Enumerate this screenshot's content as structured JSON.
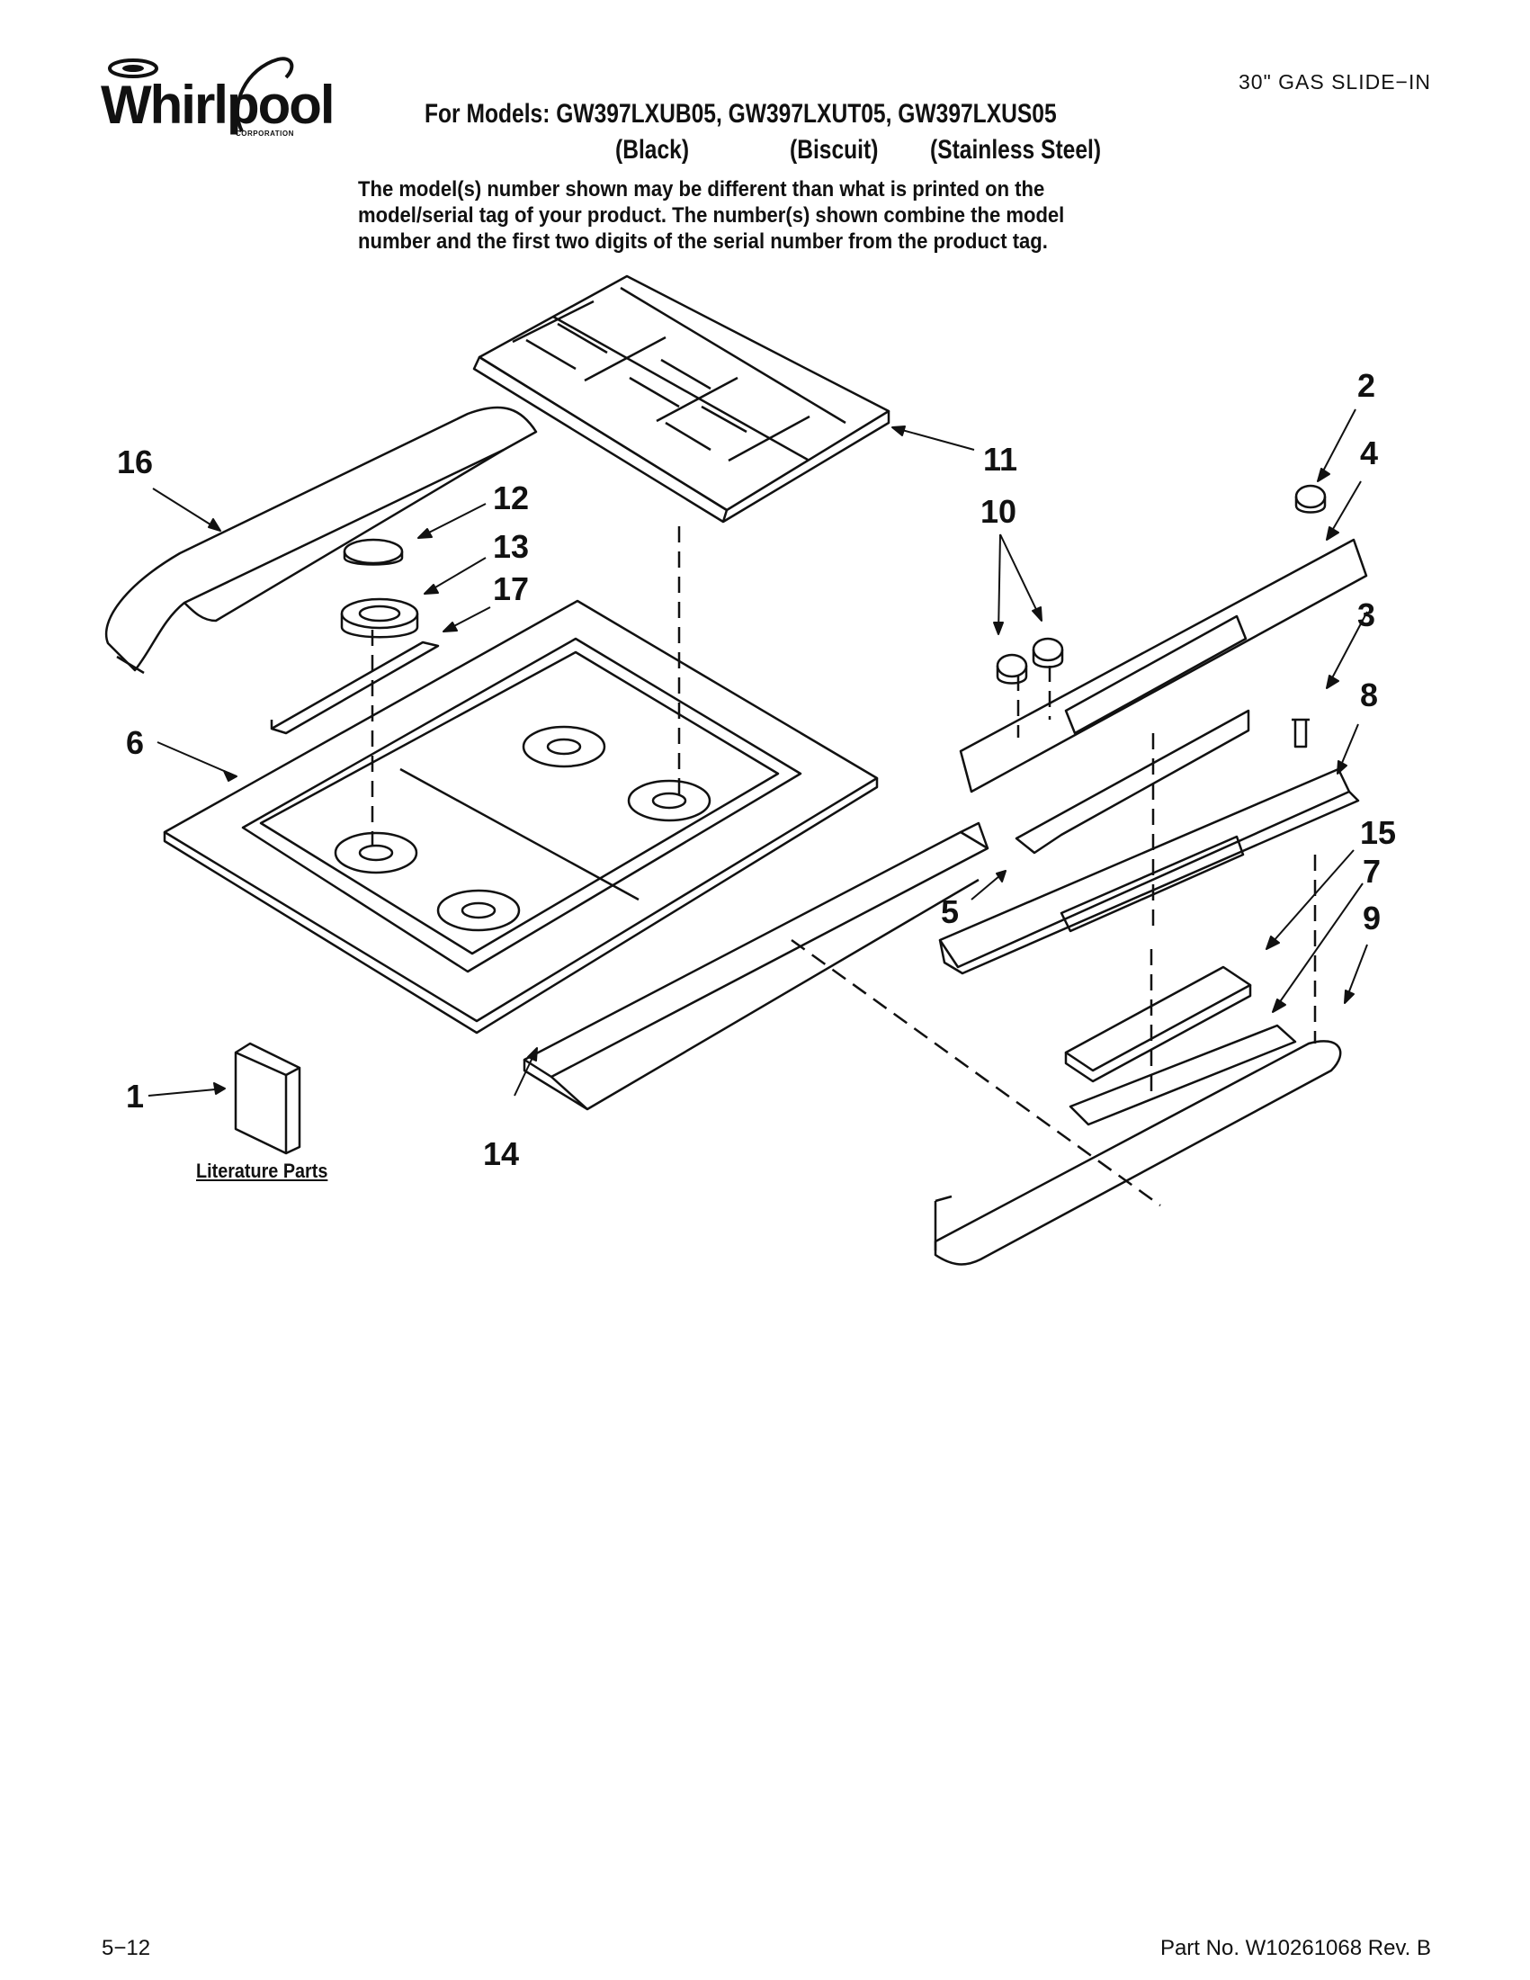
{
  "header": {
    "brand": "Whirlpool",
    "brand_sub": "CORPORATION",
    "doc_type": "30\" GAS SLIDE−IN",
    "models_line": "For Models: GW397LXUB05, GW397LXUT05, GW397LXUS05",
    "colors": [
      "(Black)",
      "(Biscuit)",
      "(Stainless Steel)"
    ],
    "note": "The model(s) number shown may be different than what is printed on the model/serial tag of your product. The number(s) shown combine the model number and the first two digits of the serial number from the product tag."
  },
  "diagram": {
    "callouts": [
      "1",
      "2",
      "3",
      "4",
      "5",
      "6",
      "7",
      "8",
      "9",
      "10",
      "11",
      "12",
      "13",
      "14",
      "15",
      "16",
      "17"
    ],
    "literature_label": "Literature Parts"
  },
  "footer": {
    "page": "5−12",
    "part_number": "Part No. W10261068 Rev. B"
  }
}
